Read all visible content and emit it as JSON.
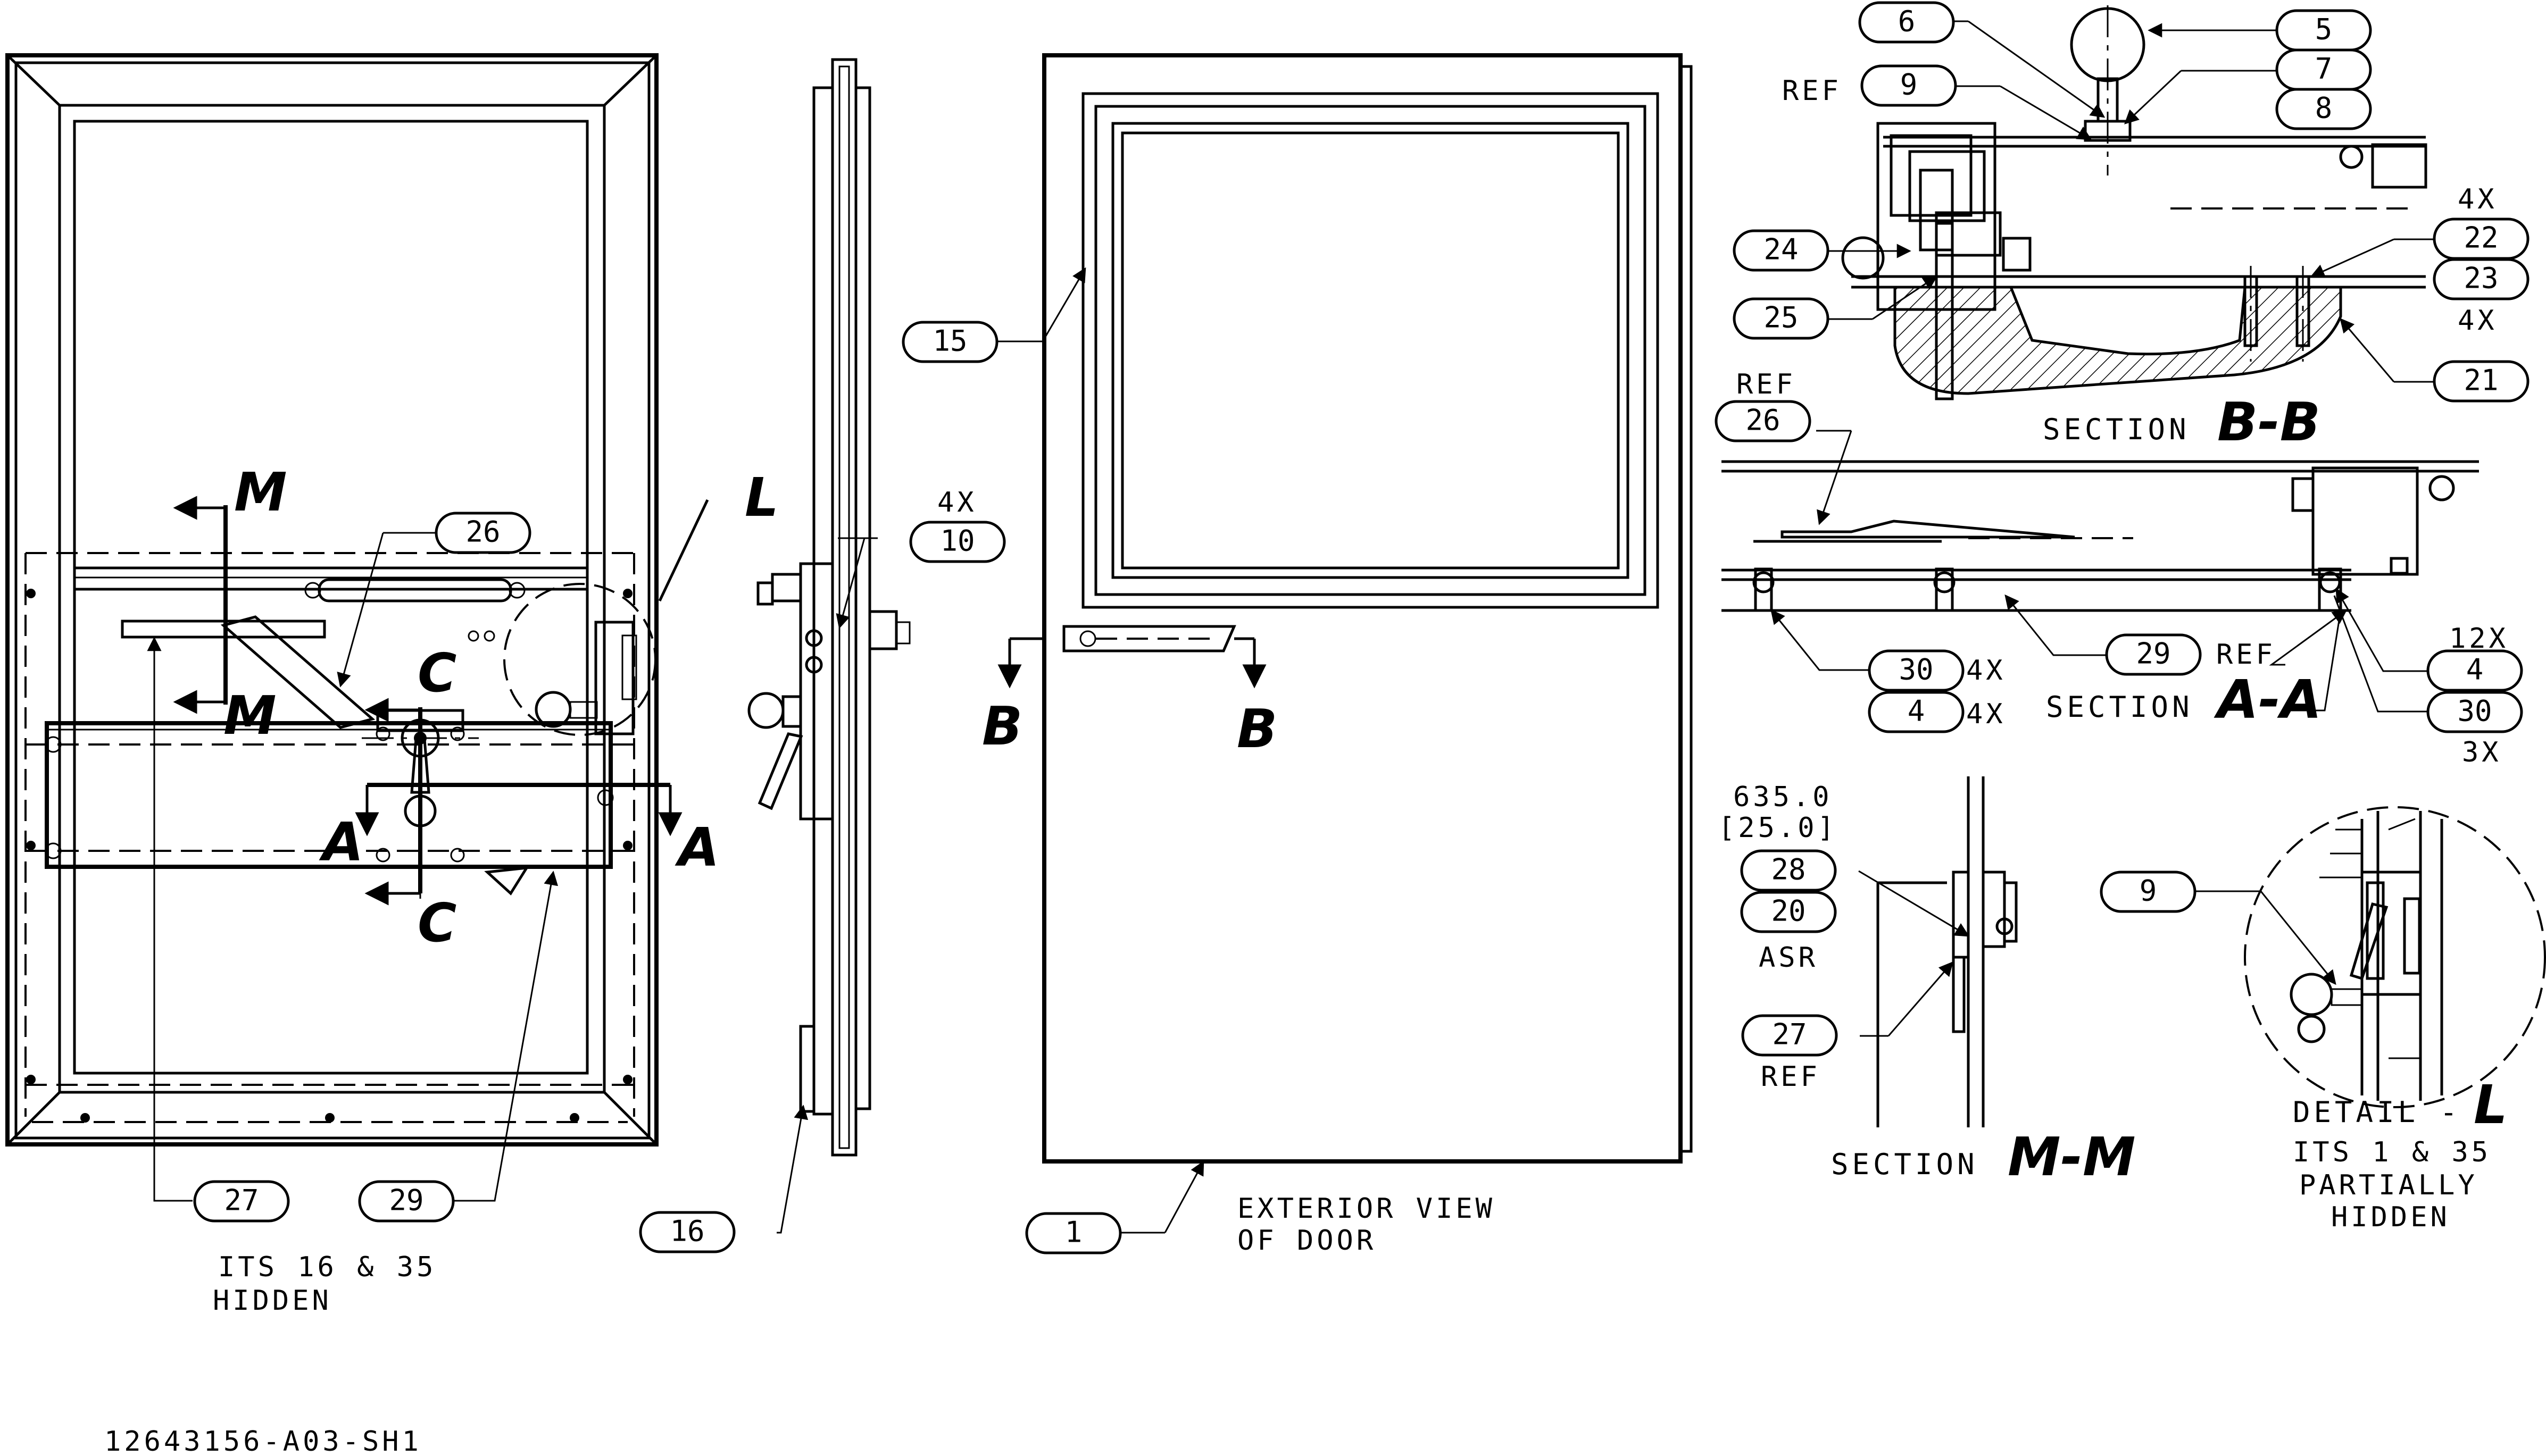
{
  "drawing": {
    "drawing_number": "12643156-A03-SH1",
    "views": {
      "interior": {
        "note_line1": "ITS 16 & 35",
        "note_line2": "HIDDEN",
        "section_marks": {
          "M": "M",
          "C": "C",
          "A": "A",
          "L": "L"
        }
      },
      "edge": {
        "qty_10": "4X"
      },
      "exterior": {
        "caption_line1": "EXTERIOR VIEW",
        "caption_line2": "OF DOOR",
        "section_mark_B": "B"
      },
      "section_bb": {
        "title": "SECTION",
        "letters": "B-B",
        "ref": "REF",
        "qty_22": "4X",
        "qty_23": "4X"
      },
      "section_aa": {
        "title": "SECTION",
        "letters": "A-A",
        "ref_26": "REF",
        "ref_29": "REF",
        "qty_30": "4X",
        "qty_4": "4X",
        "qty_4_right": "12X",
        "qty_30_right": "3X"
      },
      "section_mm": {
        "title": "SECTION",
        "letters": "M-M",
        "dim_mm": "635.0",
        "dim_in": "[25.0]",
        "asr": "ASR",
        "ref_27": "REF"
      },
      "detail_l": {
        "title": "DETAIL -",
        "letter": "L",
        "note_line1": "ITS 1 & 35",
        "note_line2": "PARTIALLY",
        "note_line3": "HIDDEN"
      }
    },
    "balloons": {
      "b1": "1",
      "b4a": "4",
      "b4b": "4",
      "b5": "5",
      "b6": "6",
      "b7": "7",
      "b8": "8",
      "b9a": "9",
      "b9b": "9",
      "b10": "10",
      "b15": "15",
      "b16": "16",
      "b20": "20",
      "b21": "21",
      "b22": "22",
      "b23": "23",
      "b24": "24",
      "b25": "25",
      "b26a": "26",
      "b26b": "26",
      "b27a": "27",
      "b27b": "27",
      "b28": "28",
      "b29a": "29",
      "b29b": "29",
      "b30a": "30",
      "b30b": "30"
    }
  }
}
